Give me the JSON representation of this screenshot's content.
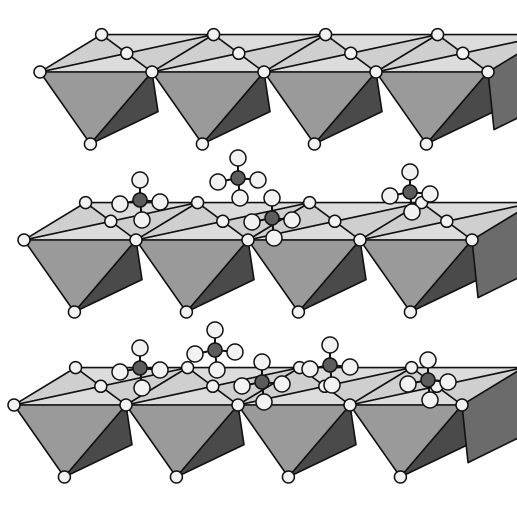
{
  "figure": {
    "description_free": true,
    "colors": {
      "background": "#ffffff",
      "top_face": "#dcdcdc",
      "top_face_alt": "#cfcfcf",
      "front_face": "#9a9a9a",
      "front_face_dark": "#4a4a4a",
      "side_face": "#6b6b6b",
      "edge": "#111111",
      "atom_light": "#f2f2f2",
      "atom_dark": "#5c5c5c"
    },
    "layers": [
      {
        "name": "layer-top"
      },
      {
        "name": "layer-middle"
      },
      {
        "name": "layer-bottom"
      }
    ],
    "interlayer_groups": [
      {
        "name": "interlayer-upper"
      },
      {
        "name": "interlayer-lower"
      }
    ]
  }
}
